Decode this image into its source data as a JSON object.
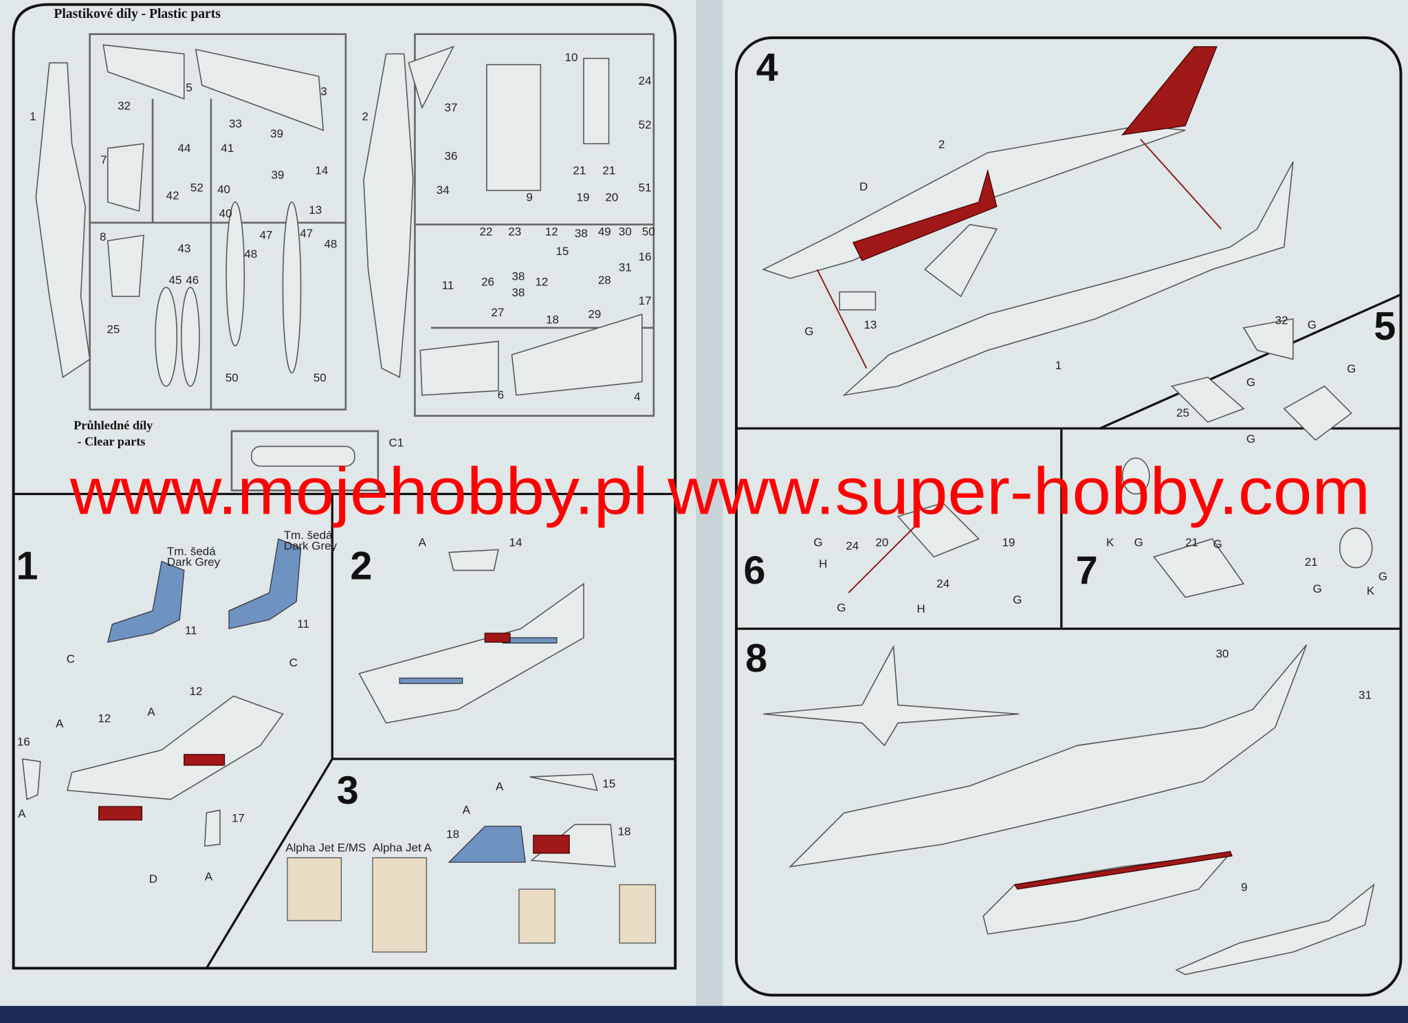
{
  "plastic_parts": {
    "title": "Plastikové díly - Plastic parts",
    "labels": [
      "1",
      "5",
      "3",
      "32",
      "7",
      "44",
      "33",
      "41",
      "39",
      "39",
      "14",
      "42",
      "52",
      "40",
      "40",
      "13",
      "8",
      "43",
      "47",
      "47",
      "48",
      "48",
      "45",
      "46",
      "25",
      "50",
      "50",
      "2",
      "37",
      "36",
      "34",
      "10",
      "24",
      "52",
      "51",
      "21",
      "21",
      "19",
      "20",
      "9",
      "22",
      "23",
      "12",
      "15",
      "38",
      "49",
      "30",
      "50",
      "16",
      "31",
      "17",
      "38",
      "38",
      "12",
      "28",
      "26",
      "27",
      "11",
      "18",
      "29",
      "6",
      "4"
    ]
  },
  "clear_parts": {
    "title_cz": "Průhledné díly",
    "title_en": "- Clear parts",
    "part": "C1"
  },
  "steps": [
    {
      "number": "1",
      "labels": [
        "Tm. šedá",
        "Dark Grey",
        "Tm. šedá",
        "Dark Grey",
        "11",
        "11",
        "C",
        "C",
        "12",
        "12",
        "A",
        "A",
        "16",
        "17",
        "A",
        "D",
        "A"
      ]
    },
    {
      "number": "2",
      "labels": [
        "A",
        "14"
      ]
    },
    {
      "number": "3",
      "labels": [
        "A",
        "15",
        "A",
        "18",
        "18",
        "Alpha Jet E/MS",
        "Alpha Jet A"
      ]
    },
    {
      "number": "4",
      "labels": [
        "2",
        "D",
        "G",
        "13",
        "1"
      ]
    },
    {
      "number": "5",
      "labels": [
        "32",
        "G",
        "G",
        "G",
        "25",
        "G"
      ]
    },
    {
      "number": "6",
      "labels": [
        "20",
        "G",
        "19",
        "24",
        "H",
        "24",
        "G",
        "H",
        "G"
      ]
    },
    {
      "number": "7",
      "labels": [
        "K",
        "G",
        "21",
        "G",
        "21",
        "G",
        "G",
        "K"
      ]
    },
    {
      "number": "8",
      "labels": [
        "30",
        "31",
        "9"
      ]
    }
  ],
  "watermark": "www.mojehobby.pl www.super-hobby.com",
  "colors": {
    "paper": "#d7e0e2",
    "seat_blue": "#6f93c0",
    "detail_red": "#a01818",
    "watermark": "#ff0000"
  }
}
